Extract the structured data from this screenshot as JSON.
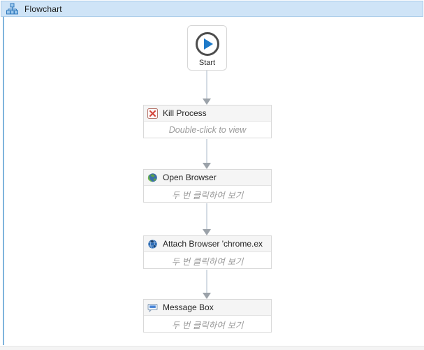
{
  "header": {
    "title": "Flowchart",
    "icon": "flowchart-icon"
  },
  "canvas": {
    "start_node": {
      "label": "Start"
    },
    "nodes": [
      {
        "id": "kill-process",
        "title": "Kill Process",
        "subtitle": "Double-click to view",
        "icon": "kill-process-icon"
      },
      {
        "id": "open-browser",
        "title": "Open Browser",
        "subtitle": "두 번 클릭하여 보기",
        "icon": "open-browser-icon"
      },
      {
        "id": "attach-browser",
        "title": "Attach Browser 'chrome.ex",
        "subtitle": "두 번 클릭하여 보기",
        "icon": "attach-browser-icon"
      },
      {
        "id": "message-box",
        "title": "Message Box",
        "subtitle": "두 번 클릭하여 보기",
        "icon": "message-box-icon"
      }
    ],
    "connector_count": 4
  },
  "colors": {
    "header_bg": "#cfe4f7",
    "header_border": "#a8cbe9",
    "left_accent": "#7fb4dc",
    "node_border": "#d9d9d9",
    "node_header_bg": "#f5f5f5",
    "subtitle_text": "#9b9b9b",
    "connector_line": "#d4dce4",
    "connector_arrow": "#9ba2a9",
    "start_ring": "#4d4d4d",
    "start_play": "#1e7ac9",
    "kill_x": "#d23f34"
  }
}
